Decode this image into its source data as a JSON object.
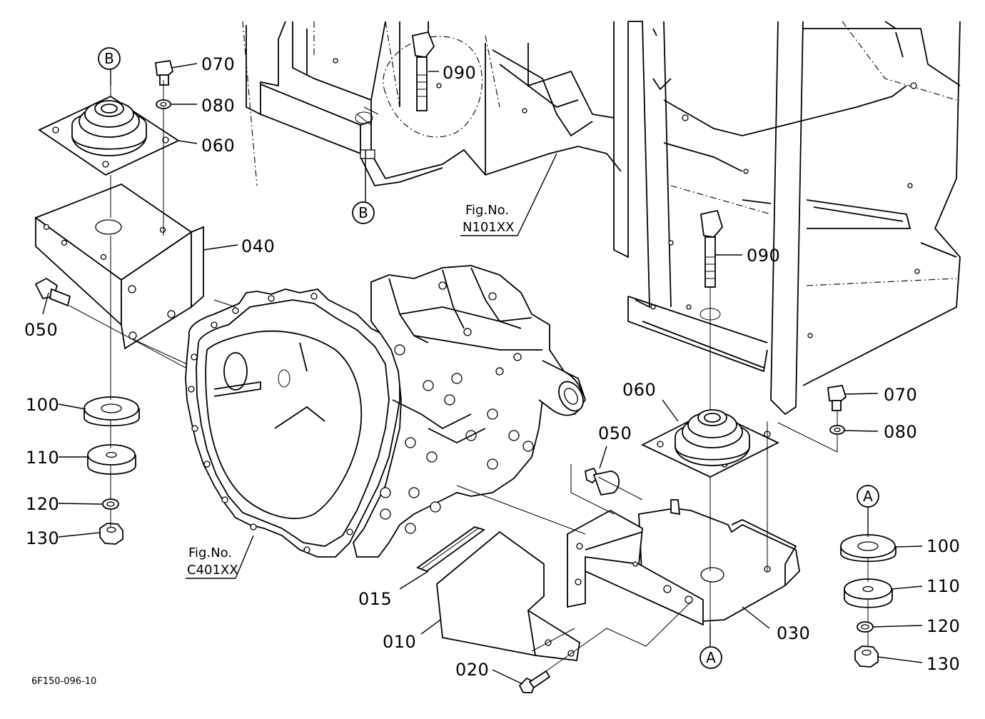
{
  "diagram_code": "6F150-096-10",
  "fig_refs": [
    {
      "id": "fig-n101",
      "line1": "Fig.No.",
      "line2": "N101XX"
    },
    {
      "id": "fig-c401",
      "line1": "Fig.No.",
      "line2": "C401XX"
    }
  ],
  "reference_markers": {
    "a": "A",
    "b": "B"
  },
  "part_labels": {
    "p070_left": "070",
    "p080_left": "080",
    "p060_left": "060",
    "p040": "040",
    "p050_left": "050",
    "p100_left": "100",
    "p110_left": "110",
    "p120_left": "120",
    "p130_left": "130",
    "p090_top": "090",
    "p090_right": "090",
    "p060_right": "060",
    "p070_right": "070",
    "p080_right": "080",
    "p050_right": "050",
    "p100_right": "100",
    "p110_right": "110",
    "p120_right": "120",
    "p130_right": "130",
    "p015": "015",
    "p010": "010",
    "p020": "020",
    "p030": "030"
  }
}
